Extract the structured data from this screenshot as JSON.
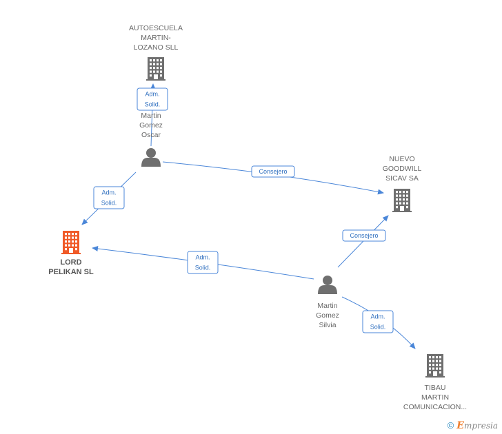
{
  "colors": {
    "edge": "#4a86d8",
    "node": "#6f6f6f",
    "highlight": "#f05a28"
  },
  "nodes": [
    {
      "id": "autoescuela",
      "type": "company",
      "label": [
        "AUTOESCUELA",
        "MARTIN-",
        "LOZANO SLL"
      ],
      "main": false
    },
    {
      "id": "oscar",
      "type": "person",
      "label": [
        "Martin",
        "Gomez",
        "Oscar"
      ],
      "main": false
    },
    {
      "id": "nuevo",
      "type": "company",
      "label": [
        "NUEVO",
        "GOODWILL",
        "SICAV SA"
      ],
      "main": false
    },
    {
      "id": "lord",
      "type": "company",
      "label": [
        "LORD",
        "PELIKAN SL"
      ],
      "main": true
    },
    {
      "id": "silvia",
      "type": "person",
      "label": [
        "Martin",
        "Gomez",
        "Silvia"
      ],
      "main": false
    },
    {
      "id": "tibau",
      "type": "company",
      "label": [
        "TIBAU",
        "MARTIN",
        "COMUNICACION..."
      ],
      "main": false
    }
  ],
  "edges": [
    {
      "from": "oscar",
      "to": "autoescuela",
      "label": [
        "Adm.",
        "Solid."
      ]
    },
    {
      "from": "oscar",
      "to": "lord",
      "label": [
        "Adm.",
        "Solid."
      ]
    },
    {
      "from": "oscar",
      "to": "nuevo",
      "label": [
        "Consejero"
      ]
    },
    {
      "from": "silvia",
      "to": "lord",
      "label": [
        "Adm.",
        "Solid."
      ]
    },
    {
      "from": "silvia",
      "to": "nuevo",
      "label": [
        "Consejero"
      ]
    },
    {
      "from": "silvia",
      "to": "tibau",
      "label": [
        "Adm.",
        "Solid."
      ]
    }
  ],
  "footer": {
    "copyright": "©",
    "brand_initial": "E",
    "brand_rest": "mpresia"
  }
}
